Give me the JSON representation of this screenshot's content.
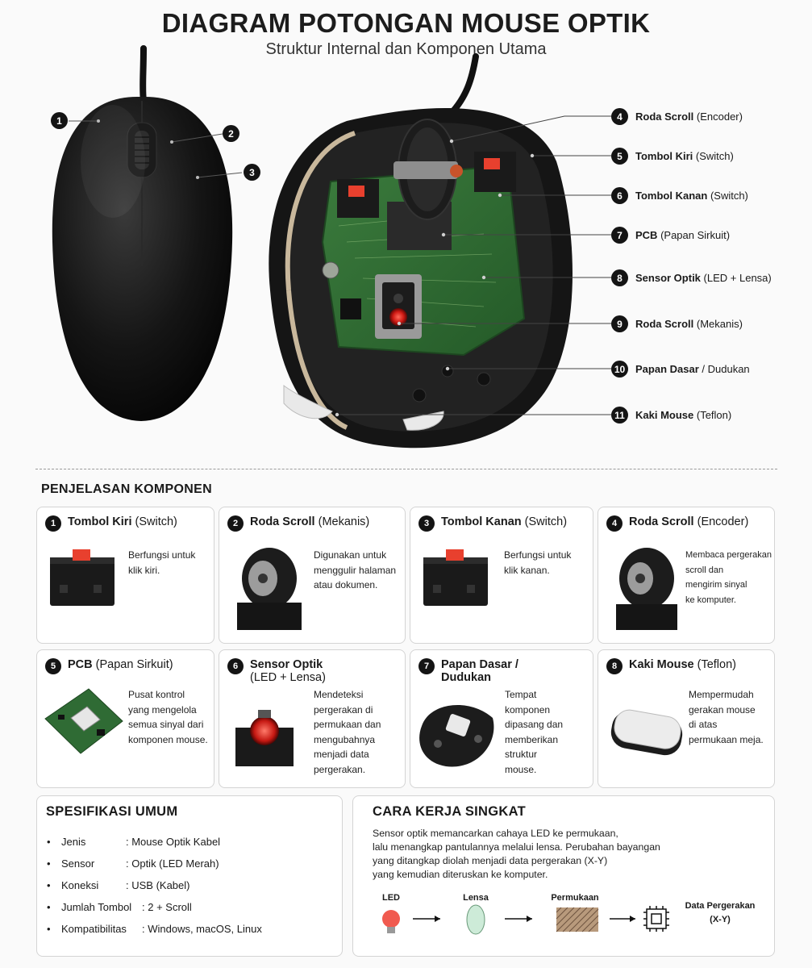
{
  "title": "DIAGRAM POTONGAN MOUSE OPTIK",
  "subtitle": "Struktur Internal dan Komponen Utama",
  "left_callouts": [
    "1",
    "2",
    "3"
  ],
  "right_callouts": [
    {
      "num": "4",
      "name": "Roda Scroll",
      "detail": "(Encoder)"
    },
    {
      "num": "5",
      "name": "Tombol Kiri",
      "detail": "(Switch)"
    },
    {
      "num": "6",
      "name": "Tombol Kanan",
      "detail": "(Switch)"
    },
    {
      "num": "7",
      "name": "PCB",
      "detail": "(Papan Sirkuit)"
    },
    {
      "num": "8",
      "name": "Sensor Optik",
      "detail": "(LED + Lensa)"
    },
    {
      "num": "9",
      "name": "Roda Scroll",
      "detail": "(Mekanis)"
    },
    {
      "num": "10",
      "name": "Papan Dasar",
      "detail": "/ Dudukan"
    },
    {
      "num": "11",
      "name": "Kaki Mouse",
      "detail": "(Teflon)"
    }
  ],
  "components_title": "PENJELASAN KOMPONEN",
  "cards": [
    {
      "num": "1",
      "name": "Tombol Kiri",
      "detail": "(Switch)",
      "desc_lines": [
        "Berfungsi untuk",
        "klik kiri."
      ]
    },
    {
      "num": "2",
      "name": "Roda Scroll",
      "detail": "(Mekanis)",
      "desc_lines": [
        "Digunakan untuk",
        "menggulir halaman",
        "atau dokumen."
      ]
    },
    {
      "num": "3",
      "name": "Tombol Kanan",
      "detail": "(Switch)",
      "desc_lines": [
        "Berfungsi untuk",
        "klik kanan."
      ]
    },
    {
      "num": "4",
      "name": "Roda Scroll",
      "detail": "(Encoder)",
      "desc_lines": [
        "Membaca pergerakan",
        "scroll dan",
        "mengirim sinyal",
        "ke komputer."
      ]
    },
    {
      "num": "5",
      "name": "PCB",
      "detail": "(Papan Sirkuit)",
      "desc_lines": [
        "Pusat kontrol",
        "yang mengelola",
        "semua sinyal dari",
        "komponen mouse."
      ]
    },
    {
      "num": "6",
      "name": "Sensor Optik",
      "detail": "(LED + Lensa)",
      "desc_lines": [
        "Mendeteksi",
        "pergerakan di",
        "permukaan dan",
        "mengubahnya",
        "menjadi data",
        "pergerakan."
      ]
    },
    {
      "num": "7",
      "name": "Papan Dasar /",
      "detail": "Dudukan",
      "desc_lines": [
        "Tempat",
        "komponen",
        "dipasang dan",
        "memberikan",
        "struktur",
        "mouse."
      ]
    },
    {
      "num": "8",
      "name": "Kaki Mouse",
      "detail": "(Teflon)",
      "desc_lines": [
        "Mempermudah",
        "gerakan mouse",
        "di atas",
        "permukaan meja."
      ]
    }
  ],
  "specs": {
    "title": "SPESIFIKASI UMUM",
    "rows": [
      {
        "label": "Jenis",
        "value": ": Mouse Optik Kabel"
      },
      {
        "label": "Sensor",
        "value": ": Optik (LED Merah)"
      },
      {
        "label": "Koneksi",
        "value": ": USB (Kabel)"
      },
      {
        "label": "Jumlah Tombol",
        "value": ":   2 + Scroll"
      },
      {
        "label": "Kompatibilitas",
        "value": ": Windows, macOS, Linux"
      }
    ]
  },
  "howto": {
    "title": "CARA KERJA SINGKAT",
    "lines": [
      "Sensor optik memancarkan cahaya LED ke permukaan,",
      "lalu menangkap pantulannya melalui lensa. Perubahan bayangan",
      "yang ditangkap diolah menjadi data pergerakan (X-Y)",
      "yang kemudian diteruskan ke komputer."
    ],
    "flow": [
      {
        "label": "LED",
        "icon": "bulb-icon"
      },
      {
        "label": "Lensa",
        "icon": "lens-icon"
      },
      {
        "label": "Permukaan",
        "icon": "surface-icon"
      },
      {
        "label": "Data Pergerakan",
        "label2": "(X-Y)",
        "icon": "chip-icon"
      }
    ]
  },
  "colors": {
    "badge": "#141414",
    "led_red": "#e2251f",
    "pcb_green": "#2f6b34",
    "switch_red": "#e8402e"
  }
}
